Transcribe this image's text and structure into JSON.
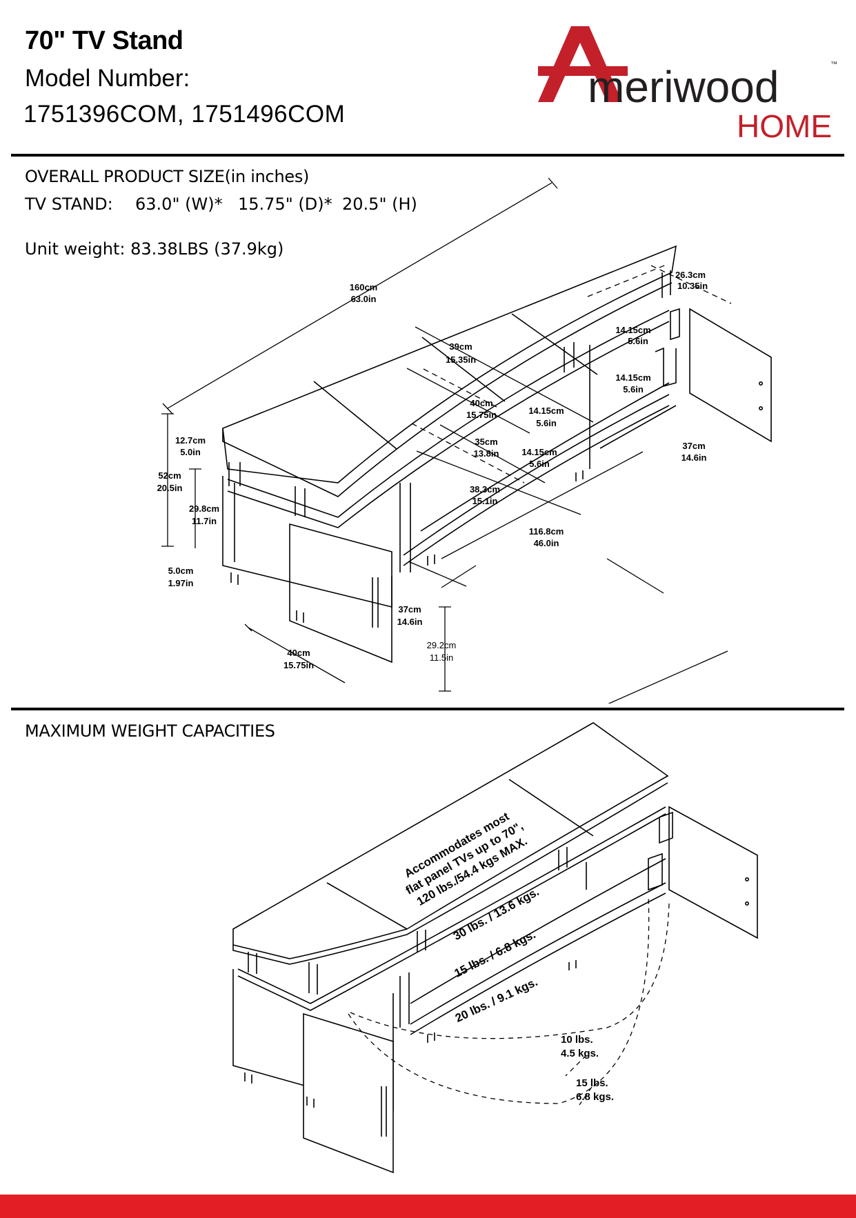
{
  "header": {
    "title": "70\" TV Stand",
    "model_label": "Model Number:",
    "model_numbers": "1751396COM, 1751496COM"
  },
  "brand": {
    "initial": "A",
    "rest": "meriwood",
    "tm": "™",
    "sub": "HOME",
    "red": "#c3202a",
    "dark": "#231f20"
  },
  "overall": {
    "heading": "OVERALL PRODUCT SIZE(in inches)",
    "size_label": "TV STAND:",
    "width": "63.0\"  (W)*",
    "depth": "15.75\"  (D)*",
    "height": "20.5\"  (H)",
    "weight": "Unit weight: 83.38LBS (37.9kg)"
  },
  "dimensions": {
    "total_width": [
      "160cm",
      "63.0in"
    ],
    "shelf_width": [
      "39cm",
      "15.35in"
    ],
    "door_gap": [
      "26.3cm",
      "10.35in"
    ],
    "upper_h1": [
      "14.15cm",
      "5.6in"
    ],
    "upper_h2": [
      "14.15cm",
      "5.6in"
    ],
    "mid_depth": [
      "40cm",
      "15.75in"
    ],
    "mid_h": [
      "14.15cm",
      "5.6in"
    ],
    "inner_depth": [
      "35cm",
      "13.8in"
    ],
    "mid_h2": [
      "14.15cm",
      "5.6in"
    ],
    "right_depth": [
      "37cm",
      "14.6in"
    ],
    "top_h": [
      "12.7cm",
      "5.0in"
    ],
    "total_h": [
      "52cm",
      "20.5in"
    ],
    "cab_h": [
      "29.8cm",
      "11.7in"
    ],
    "inner_w": [
      "38.3cm",
      "15.1in"
    ],
    "base_w": [
      "116.8cm",
      "46.0in"
    ],
    "foot_h": [
      "5.0cm",
      "1.97in"
    ],
    "door_depth": [
      "37cm",
      "14.6in"
    ],
    "base_depth": [
      "40cm",
      "15.75in"
    ],
    "door_h": [
      "29.2cm",
      "11.5in"
    ]
  },
  "capacities": {
    "heading": "MAXIMUM WEIGHT CAPACITIES",
    "top": [
      "Accommodates most",
      "flat panel TVs up to 70\",",
      "120 lbs./54.4 kgs MAX."
    ],
    "shelf1": "30 lbs. / 13.6 kgs.",
    "shelf2": "15 lbs. / 6.8 kgs.",
    "shelf3": "20 lbs. / 9.1 kgs.",
    "inner": [
      "10 lbs.",
      "4.5 kgs."
    ],
    "cabinet": [
      "15 lbs.",
      "6.8 kgs."
    ]
  },
  "colors": {
    "footer_bar": "#e31e24"
  }
}
